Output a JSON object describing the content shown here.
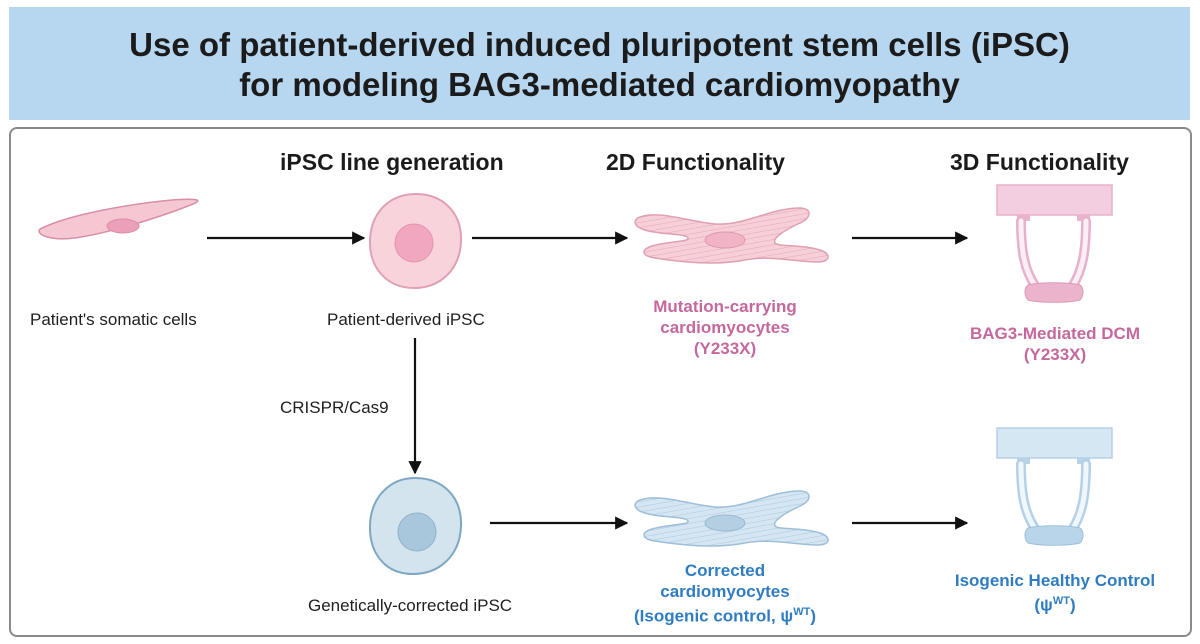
{
  "title": {
    "line1": "Use of patient-derived induced pluripotent stem cells (iPSC)",
    "line2": "for modeling BAG3-mediated cardiomyopathy"
  },
  "columns": {
    "ipsc_generation": "iPSC line generation",
    "functionality_2d": "2D Functionality",
    "functionality_3d": "3D Functionality"
  },
  "cells": {
    "somatic": "Patient's somatic cells",
    "patient_ipsc": "Patient-derived iPSC",
    "corrected_ipsc": "Genetically-corrected iPSC"
  },
  "process": {
    "crispr": "CRISPR/Cas9"
  },
  "mutant": {
    "cardio_line1": "Mutation-carrying",
    "cardio_line2": "cardiomyocytes",
    "cardio_line3": "(Y233X)",
    "dcm_line1": "BAG3-Mediated DCM",
    "dcm_line2": "(Y233X)"
  },
  "corrected": {
    "cardio_line1": "Corrected",
    "cardio_line2": "cardiomyocytes",
    "cardio_line3_prefix": "(Isogenic control, ψ",
    "cardio_line3_sup": "WT",
    "cardio_line3_suffix": ")",
    "control_line1": "Isogenic Healthy Control",
    "control_line2_prefix": "(ψ",
    "control_line2_sup": "WT",
    "control_line2_suffix": ")"
  },
  "colors": {
    "header_bg": "#b7d6ef",
    "mutant_text": "#c4689e",
    "corrected_text": "#2f7dc0",
    "pink_cell": "#f7cfd9",
    "blue_cell": "#d3e6f2"
  }
}
